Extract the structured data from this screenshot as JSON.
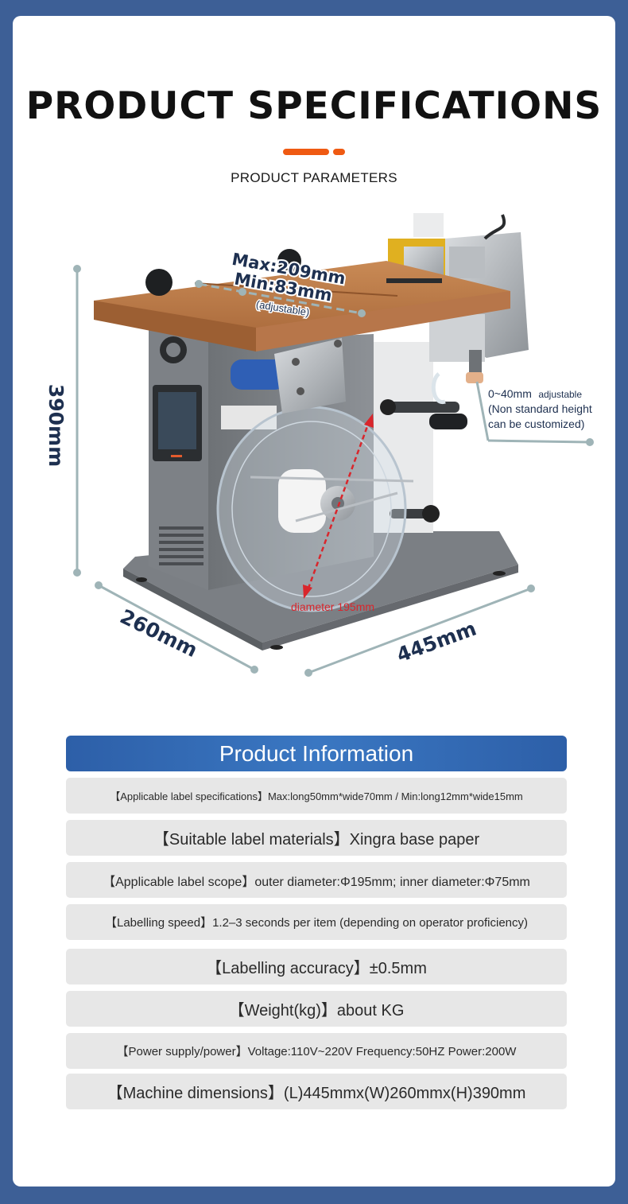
{
  "heading": {
    "title": "PRODUCT SPECIFICATIONS",
    "subtitle": "PRODUCT PARAMETERS"
  },
  "colors": {
    "accent": "#ef5a12",
    "border": "#3d5f96",
    "dimension_line": "#9fb4b7",
    "dimension_text": "#1e3050",
    "diameter_arrow": "#d9262c",
    "table_header": "#2d5fa8",
    "row_background": "#e7e7e7"
  },
  "dimensions": {
    "height": "390mm",
    "depth": "260mm",
    "length": "445mm",
    "table_max": "Max:209mm",
    "table_min": "Min:83mm",
    "table_note": "(adjustable)",
    "height_adjust_range": "0~40mm",
    "height_adjust_word": "adjustable",
    "height_note_line1": "(Non standard height",
    "height_note_line2": "can be customized)",
    "diameter": "diameter 195mm"
  },
  "info": {
    "header": "Product Information",
    "rows": [
      "【Applicable label specifications】Max:long50mm*wide70mm / Min:long12mm*wide15mm",
      "【Suitable label materials】Xingra base paper",
      "【Applicable label scope】outer diameter:Φ195mm; inner diameter:Φ75mm",
      "【Labelling speed】1.2–3 seconds per item (depending on operator proficiency)",
      "【Labelling accuracy】±0.5mm",
      "【Weight(kg)】about KG",
      "【Power supply/power】Voltage:110V~220V  Frequency:50HZ  Power:200W",
      "【Machine dimensions】(L)445mmx(W)260mmx(H)390mm"
    ]
  }
}
